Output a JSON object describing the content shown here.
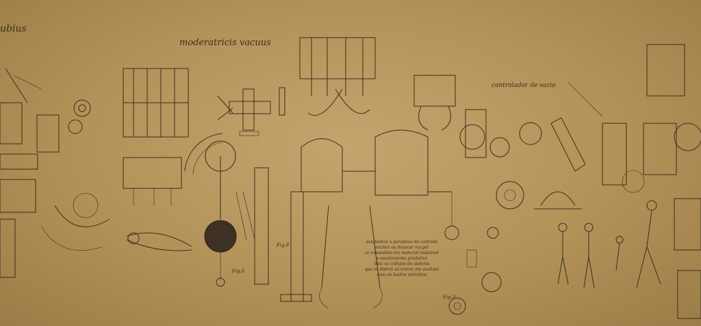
{
  "photo": {
    "paper_color": "#b7985f",
    "ink_color": "#3b2d1b"
  },
  "labels": {
    "top_left": "ubius",
    "moderatricis": "moderatricis vacuus",
    "controlador": "controlador de vazio"
  },
  "caption_lines": [
    "estabelece o paradoxo de controle",
    "encher ou desocar vazgel",
    "ar expandido em material maleável",
    "e escalamento gradativo",
    "lista os códigos do sistema",
    "que os distrói ao entrar em avaliate",
    "com ao bastra mitrótica"
  ],
  "figure_marks": {
    "fig_a": "Fig.8",
    "fig_b": "Fig.6",
    "fig_c": "Fig.3"
  }
}
